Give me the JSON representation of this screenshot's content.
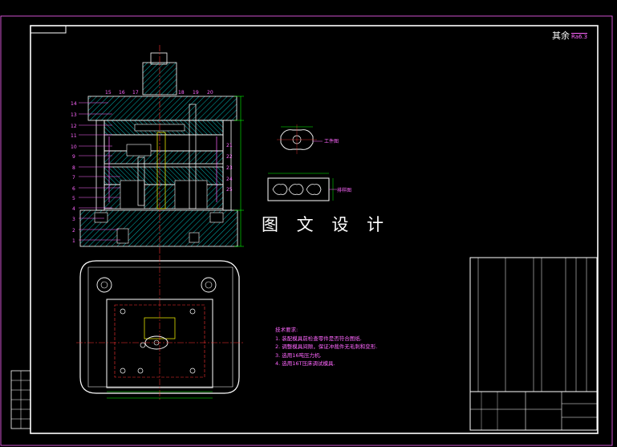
{
  "title_block": {
    "watermark": "图 文 设 计",
    "roughness_prefix": "其余",
    "roughness_value": "Ra6.3"
  },
  "views": {
    "workpiece_label": "工件图",
    "strip_label": "排样图"
  },
  "part_numbers_left": [
    "14",
    "13",
    "12",
    "11",
    "10",
    "9",
    "8",
    "7",
    "6",
    "5",
    "4",
    "3",
    "2",
    "1"
  ],
  "part_numbers_top": [
    "15",
    "16",
    "17",
    "18",
    "19",
    "20"
  ],
  "part_numbers_right": [
    "21",
    "22",
    "23",
    "24",
    "25"
  ],
  "tech_notes": {
    "heading": "技术要求:",
    "items": [
      "1. 装配模具前检查零件是否符合图纸.",
      "2. 调整模具间隙，保证冲裁件无毛刺和变形.",
      "3. 选用16吨压力机.",
      "4. 选用16T压床调试模具."
    ]
  },
  "colors": {
    "background": "#000000",
    "outline": "#ffffff",
    "dimension": "#00ff00",
    "annotation": "#ff66ff",
    "centerline": "#ff3333",
    "hidden": "#ffff00",
    "section": "#00ffff"
  }
}
